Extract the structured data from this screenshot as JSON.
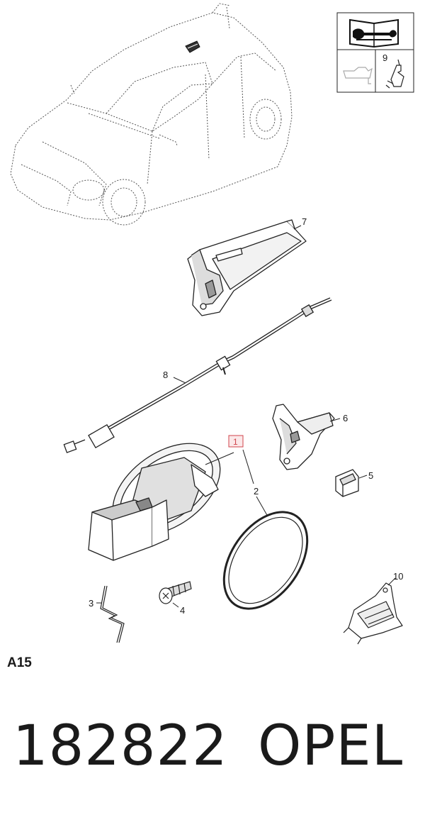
{
  "callouts": {
    "c1": "1",
    "c2": "2",
    "c3": "3",
    "c4": "4",
    "c5": "5",
    "c6": "6",
    "c7": "7",
    "c8": "8",
    "c9": "9",
    "c10": "10"
  },
  "section_code": "A15",
  "footer": {
    "part_number": "182822",
    "brand": "OPEL"
  },
  "colors": {
    "line": "#1a1a1a",
    "highlight": "#d0454c"
  }
}
